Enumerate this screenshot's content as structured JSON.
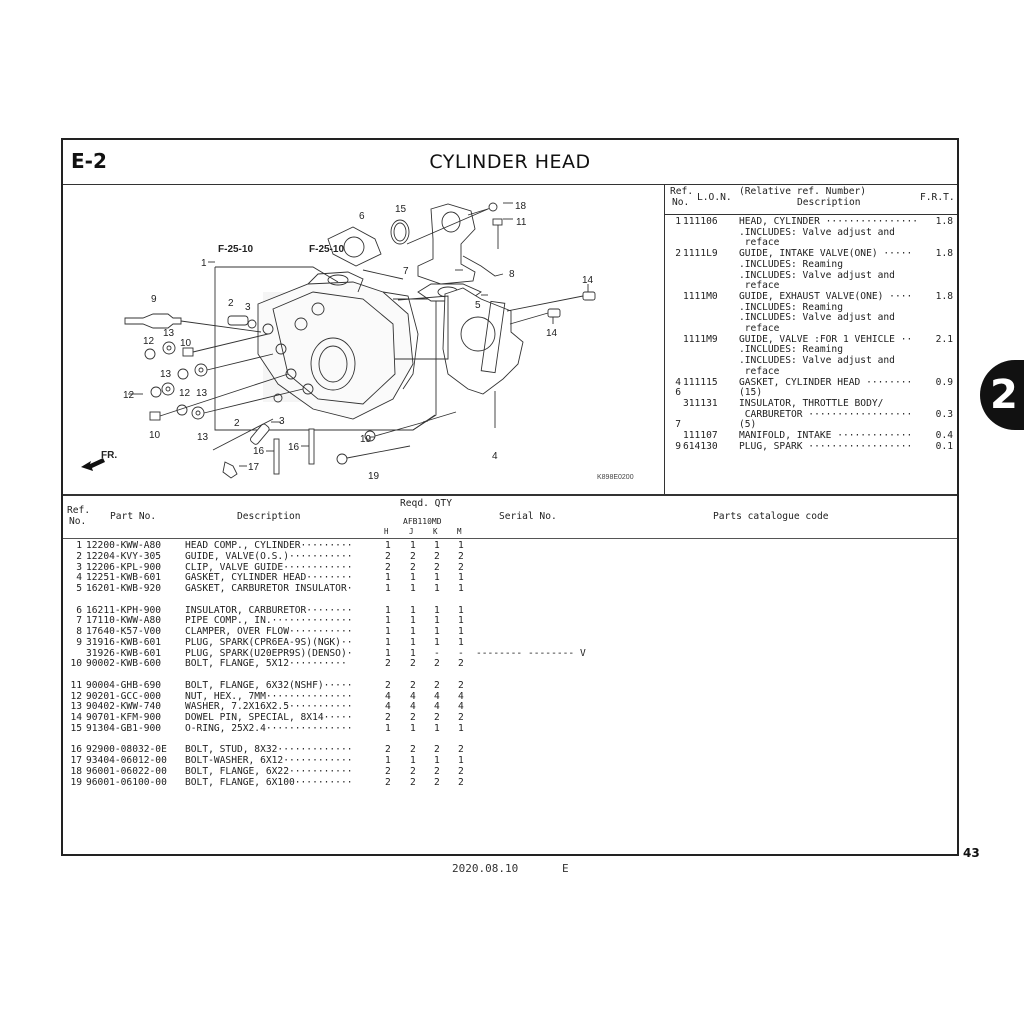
{
  "header": {
    "section_code": "E-2",
    "title": "CYLINDER HEAD"
  },
  "diagram": {
    "figure_code": "K898E0200",
    "front_label": "FR.",
    "cross_refs": [
      "F-25-10",
      "F-25-10"
    ],
    "callouts": [
      "1",
      "2",
      "3",
      "2",
      "3",
      "4",
      "5",
      "6",
      "7",
      "8",
      "9",
      "10",
      "10",
      "11",
      "12",
      "12",
      "12",
      "13",
      "13",
      "13",
      "13",
      "14",
      "14",
      "15",
      "16",
      "16",
      "17",
      "18",
      "19",
      "19"
    ]
  },
  "frt_table": {
    "headers": {
      "ref_no": "Ref.\nNo.",
      "lon": "L.O.N.",
      "desc_top": "(Relative ref. Number)",
      "desc": "Description",
      "frt": "F.R.T."
    },
    "rows": [
      {
        "ref": "1",
        "lon": "111106",
        "desc": "HEAD, CYLINDER ················",
        "frt": "1.8"
      },
      {
        "ref": "",
        "lon": "",
        "desc": ".INCLUDES: Valve adjust and",
        "frt": ""
      },
      {
        "ref": "",
        "lon": "",
        "desc": " reface",
        "frt": ""
      },
      {
        "ref": "2",
        "lon": "1111L9",
        "desc": "GUIDE, INTAKE VALVE(ONE) ·····",
        "frt": "1.8"
      },
      {
        "ref": "",
        "lon": "",
        "desc": ".INCLUDES: Reaming",
        "frt": ""
      },
      {
        "ref": "",
        "lon": "",
        "desc": ".INCLUDES: Valve adjust and",
        "frt": ""
      },
      {
        "ref": "",
        "lon": "",
        "desc": " reface",
        "frt": ""
      },
      {
        "ref": "",
        "lon": "1111M0",
        "desc": "GUIDE, EXHAUST VALVE(ONE) ····",
        "frt": "1.8"
      },
      {
        "ref": "",
        "lon": "",
        "desc": ".INCLUDES: Reaming",
        "frt": ""
      },
      {
        "ref": "",
        "lon": "",
        "desc": ".INCLUDES: Valve adjust and",
        "frt": ""
      },
      {
        "ref": "",
        "lon": "",
        "desc": " reface",
        "frt": ""
      },
      {
        "ref": "",
        "lon": "1111M9",
        "desc": "GUIDE, VALVE :FOR 1 VEHICLE ··",
        "frt": "2.1"
      },
      {
        "ref": "",
        "lon": "",
        "desc": ".INCLUDES: Reaming",
        "frt": ""
      },
      {
        "ref": "",
        "lon": "",
        "desc": ".INCLUDES: Valve adjust and",
        "frt": ""
      },
      {
        "ref": "",
        "lon": "",
        "desc": " reface",
        "frt": ""
      },
      {
        "ref": "4",
        "lon": "111115",
        "desc": "GASKET, CYLINDER HEAD ········",
        "frt": "0.9"
      },
      {
        "ref": "6",
        "lon": "",
        "desc": "(15)",
        "frt": ""
      },
      {
        "ref": "",
        "lon": "311131",
        "desc": "INSULATOR, THROTTLE BODY/",
        "frt": ""
      },
      {
        "ref": "",
        "lon": "",
        "desc": " CARBURETOR ··················",
        "frt": "0.3"
      },
      {
        "ref": "7",
        "lon": "",
        "desc": "(5)",
        "frt": ""
      },
      {
        "ref": "",
        "lon": "111107",
        "desc": "MANIFOLD, INTAKE ·············",
        "frt": "0.4"
      },
      {
        "ref": "9",
        "lon": "614130",
        "desc": "PLUG, SPARK ··················",
        "frt": "0.1"
      }
    ]
  },
  "parts_table": {
    "headers": {
      "ref_no": "Ref.\nNo.",
      "part_no": "Part No.",
      "description": "Description",
      "reqd_qty": "Reqd. QTY",
      "model": "AFB110MD",
      "cols": [
        "H",
        "J",
        "K",
        "M"
      ],
      "serial_no": "Serial No.",
      "catalogue_code": "Parts catalogue code"
    },
    "groups": [
      [
        {
          "ref": "1",
          "part": "12200-KWW-A80",
          "desc": "HEAD COMP., CYLINDER·········",
          "qty": [
            "1",
            "1",
            "1",
            "1"
          ],
          "serial": ""
        },
        {
          "ref": "2",
          "part": "12204-KVY-305",
          "desc": "GUIDE, VALVE(O.S.)···········",
          "qty": [
            "2",
            "2",
            "2",
            "2"
          ],
          "serial": ""
        },
        {
          "ref": "3",
          "part": "12206-KPL-900",
          "desc": "CLIP, VALVE GUIDE············",
          "qty": [
            "2",
            "2",
            "2",
            "2"
          ],
          "serial": ""
        },
        {
          "ref": "4",
          "part": "12251-KWB-601",
          "desc": "GASKET, CYLINDER HEAD········",
          "qty": [
            "1",
            "1",
            "1",
            "1"
          ],
          "serial": ""
        },
        {
          "ref": "5",
          "part": "16201-KWB-920",
          "desc": "GASKET, CARBURETOR INSULATOR·",
          "qty": [
            "1",
            "1",
            "1",
            "1"
          ],
          "serial": ""
        }
      ],
      [
        {
          "ref": "6",
          "part": "16211-KPH-900",
          "desc": "INSULATOR, CARBURETOR········",
          "qty": [
            "1",
            "1",
            "1",
            "1"
          ],
          "serial": ""
        },
        {
          "ref": "7",
          "part": "17110-KWW-A80",
          "desc": "PIPE COMP., IN.··············",
          "qty": [
            "1",
            "1",
            "1",
            "1"
          ],
          "serial": ""
        },
        {
          "ref": "8",
          "part": "17640-K57-V00",
          "desc": "CLAMPER, OVER FLOW···········",
          "qty": [
            "1",
            "1",
            "1",
            "1"
          ],
          "serial": ""
        },
        {
          "ref": "9",
          "part": "31916-KWB-601",
          "desc": "PLUG, SPARK(CPR6EA-9S)(NGK)··",
          "qty": [
            "1",
            "1",
            "1",
            "1"
          ],
          "serial": ""
        },
        {
          "ref": "",
          "part": "31926-KWB-601",
          "desc": "PLUG, SPARK(U20EPR9S)(DENSO)·",
          "qty": [
            "1",
            "1",
            "-",
            "-"
          ],
          "serial": "-------- -------- V"
        },
        {
          "ref": "10",
          "part": "90002-KWB-600",
          "desc": "BOLT, FLANGE, 5X12··········",
          "qty": [
            "2",
            "2",
            "2",
            "2"
          ],
          "serial": ""
        }
      ],
      [
        {
          "ref": "11",
          "part": "90004-GHB-690",
          "desc": "BOLT, FLANGE, 6X32(NSHF)·····",
          "qty": [
            "2",
            "2",
            "2",
            "2"
          ],
          "serial": ""
        },
        {
          "ref": "12",
          "part": "90201-GCC-000",
          "desc": "NUT, HEX., 7MM···············",
          "qty": [
            "4",
            "4",
            "4",
            "4"
          ],
          "serial": ""
        },
        {
          "ref": "13",
          "part": "90402-KWW-740",
          "desc": "WASHER, 7.2X16X2.5···········",
          "qty": [
            "4",
            "4",
            "4",
            "4"
          ],
          "serial": ""
        },
        {
          "ref": "14",
          "part": "90701-KFM-900",
          "desc": "DOWEL PIN, SPECIAL, 8X14·····",
          "qty": [
            "2",
            "2",
            "2",
            "2"
          ],
          "serial": ""
        },
        {
          "ref": "15",
          "part": "91304-GB1-900",
          "desc": "O-RING, 25X2.4···············",
          "qty": [
            "1",
            "1",
            "1",
            "1"
          ],
          "serial": ""
        }
      ],
      [
        {
          "ref": "16",
          "part": "92900-08032-0E",
          "desc": "BOLT, STUD, 8X32·············",
          "qty": [
            "2",
            "2",
            "2",
            "2"
          ],
          "serial": ""
        },
        {
          "ref": "17",
          "part": "93404-06012-00",
          "desc": "BOLT-WASHER, 6X12············",
          "qty": [
            "1",
            "1",
            "1",
            "1"
          ],
          "serial": ""
        },
        {
          "ref": "18",
          "part": "96001-06022-00",
          "desc": "BOLT, FLANGE, 6X22···········",
          "qty": [
            "2",
            "2",
            "2",
            "2"
          ],
          "serial": ""
        },
        {
          "ref": "19",
          "part": "96001-06100-00",
          "desc": "BOLT, FLANGE, 6X100··········",
          "qty": [
            "2",
            "2",
            "2",
            "2"
          ],
          "serial": ""
        }
      ]
    ]
  },
  "side_tab": {
    "label": "2"
  },
  "footer": {
    "page_number": "43",
    "date": "2020.08.10",
    "lang": "E"
  }
}
